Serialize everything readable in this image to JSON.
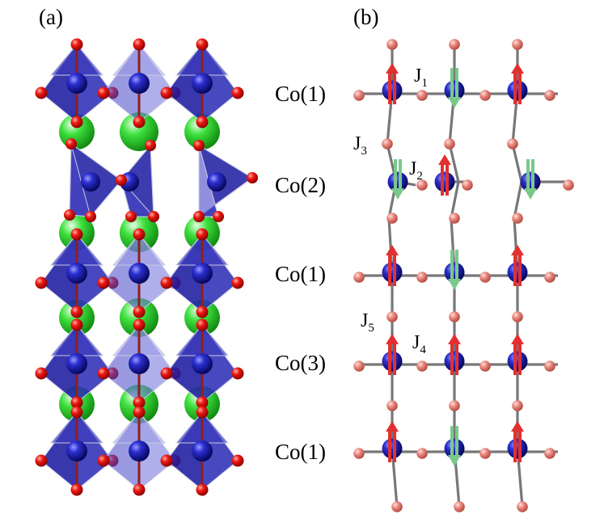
{
  "panels": {
    "a": {
      "label": "(a)"
    },
    "b": {
      "label": "(b)"
    }
  },
  "layers": [
    {
      "label": "Co(1)"
    },
    {
      "label": "Co(2)"
    },
    {
      "label": "Co(1)"
    },
    {
      "label": "Co(3)"
    },
    {
      "label": "Co(1)"
    }
  ],
  "couplings": [
    {
      "name": "J",
      "sub": "1"
    },
    {
      "name": "J",
      "sub": "2"
    },
    {
      "name": "J",
      "sub": "3"
    },
    {
      "name": "J",
      "sub": "4"
    },
    {
      "name": "J",
      "sub": "5"
    }
  ],
  "spins": {
    "layer1": [
      "up",
      "down",
      "up"
    ],
    "layer2": [
      "down",
      "up",
      "down"
    ],
    "layer3": [
      "up",
      "down",
      "up"
    ],
    "layer4": [
      "up",
      "up",
      "up"
    ],
    "layer5": [
      "up",
      "down",
      "up"
    ]
  },
  "colors": {
    "co_atom": "#1a1aa8",
    "o_atom_a": "#e81010",
    "o_atom_b": "#e87a72",
    "a_site_atom": "#33dd33",
    "polyhedron": "#2a2aa6",
    "bond": "#777777",
    "spin_up": "#e23030",
    "spin_down": "#79c98a"
  }
}
